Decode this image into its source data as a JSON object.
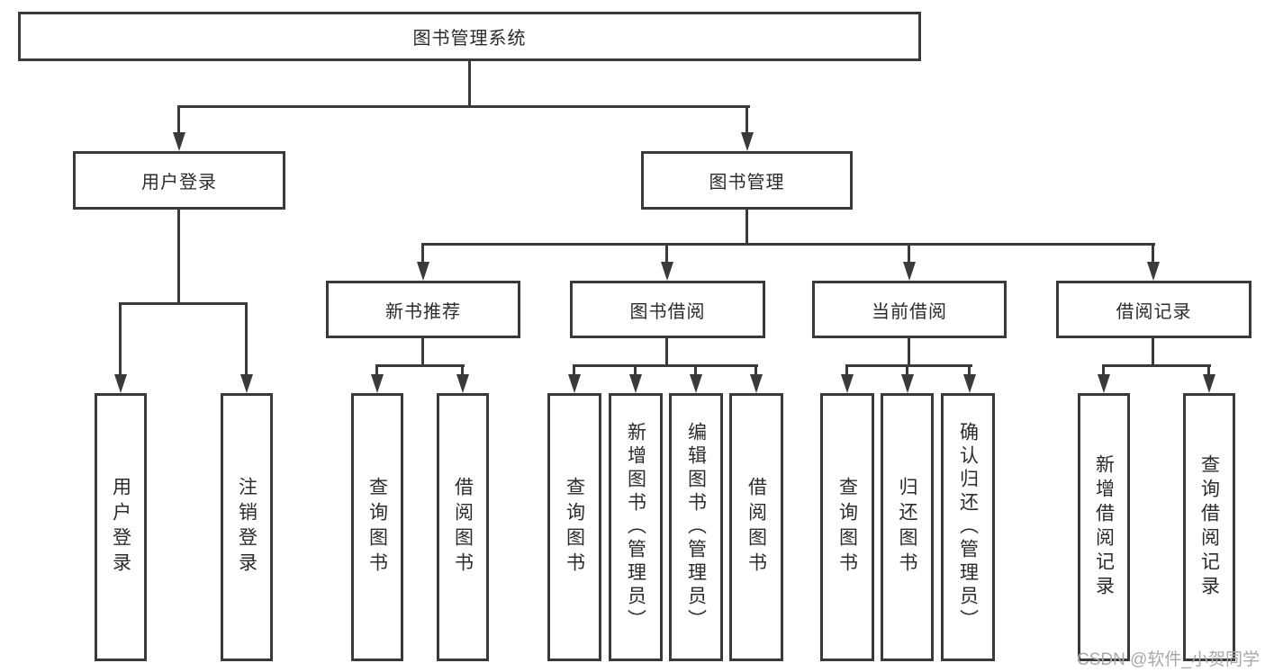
{
  "title": "图书管理系统",
  "nodes": {
    "user_login": "用户登录",
    "book_mgmt": "图书管理",
    "new_book": "新书推荐",
    "borrow": "图书借阅",
    "current": "当前借阅",
    "records": "借阅记录"
  },
  "leaves": {
    "user_login": [
      "用户登录",
      "注销登录"
    ],
    "new_book": [
      "查询图书",
      "借阅图书"
    ],
    "borrow": [
      "查询图书",
      "新增图书（管理员）",
      "编辑图书（管理员）",
      "借阅图书"
    ],
    "current": [
      "查询图书",
      "归还图书",
      "确认归还（管理员）"
    ],
    "records": [
      "新增借阅记录",
      "查询借阅记录"
    ]
  },
  "watermark": "CSDN @软件_小贺同学",
  "colors": {
    "line": "#3a3a3a",
    "text": "#2b2b2b",
    "background": "#ffffff",
    "watermark": "#a8a8a8"
  }
}
